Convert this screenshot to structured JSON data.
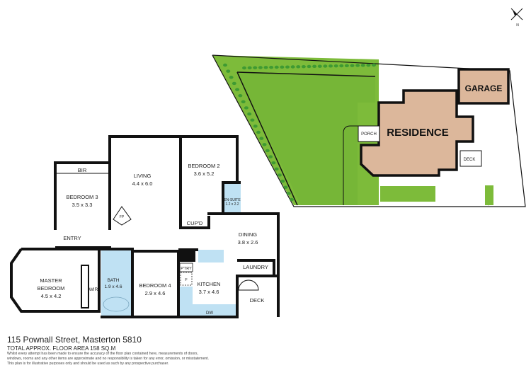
{
  "compass": {
    "label": "N"
  },
  "site_plan": {
    "residence": "RESIDENCE",
    "garage": "GARAGE",
    "porch": "PORCH",
    "deck": "DECK",
    "colors": {
      "lawn": "#7dbb3a",
      "building": "#dcb79b",
      "tree": "#3f9a32"
    }
  },
  "floor_plan": {
    "rooms": {
      "living": {
        "name": "LIVING",
        "size": "4.4 x 6.0"
      },
      "bedroom2": {
        "name": "BEDROOM 2",
        "size": "3.6 x 5.2"
      },
      "bedroom3": {
        "name": "BEDROOM 3",
        "size": "3.5 x 3.3"
      },
      "bir": {
        "name": "BIR"
      },
      "fp": {
        "name": "FP"
      },
      "ensuite": {
        "name": "EN-SUITE",
        "size": "1.2 x 2.2"
      },
      "cupd": {
        "name": "CUP'D"
      },
      "dining": {
        "name": "DINING",
        "size": "3.8 x 2.6"
      },
      "entry": {
        "name": "ENTRY"
      },
      "master": {
        "name1": "MASTER",
        "name2": "BEDROOM",
        "size": "4.5 x 4.2"
      },
      "wir": {
        "name": "WIR"
      },
      "bath": {
        "name": "BATH",
        "size": "1.9 x 4.6"
      },
      "bedroom4": {
        "name": "BEDROOM 4",
        "size": "2.9 x 4.6"
      },
      "pantry": {
        "name": "P'TRY"
      },
      "fridge": {
        "name": "F"
      },
      "kitchen": {
        "name": "KITCHEN",
        "size": "3.7 x 4.6"
      },
      "dw": {
        "name": "DW"
      },
      "laundry": {
        "name": "LAUNDRY"
      },
      "deck": {
        "name": "DECK"
      }
    },
    "colors": {
      "wet_area": "#bfe1f3"
    }
  },
  "footer": {
    "address": "115 Pownall Street, Masterton 5810",
    "floor_area": "TOTAL APPROX. FLOOR AREA 158 SQ.M",
    "disclaimer": [
      "Whilst every attempt has been made to ensure the accuracy of the floor plan contained here, measurements of doors,",
      "windows, rooms and any other items are approximate and no responsibility is taken for any error, omission, or misstatement.",
      "This plan is for illustrative purposes only and should be used as such by any prospective purchaser."
    ]
  }
}
